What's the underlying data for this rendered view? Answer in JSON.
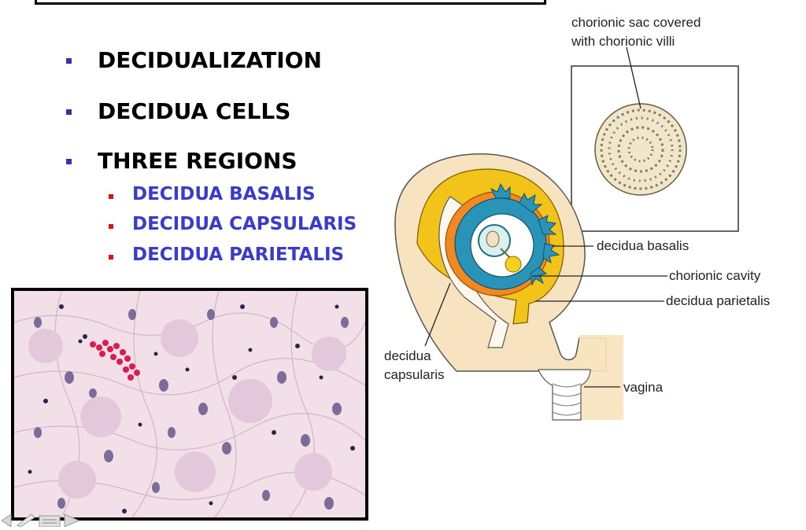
{
  "bullets": {
    "items": [
      "DECIDUALIZATION",
      "DECIDUA CELLS",
      "THREE REGIONS"
    ],
    "subitems": [
      "DECIDUA BASALIS",
      "DECIDUA CAPSULARIS",
      "DECIDUA PARIETALIS"
    ]
  },
  "diagram": {
    "labels": {
      "sac_line1": "chorionic sac covered",
      "sac_line2": "with chorionic villi",
      "basalis": "decidua basalis",
      "cavity": "chorionic cavity",
      "parietalis": "decidua parietalis",
      "capsularis_line1": "decidua",
      "capsularis_line2": "capsularis",
      "vagina": "vagina"
    }
  },
  "colors": {
    "bullet_main": "#3333aa",
    "bullet_sub": "#dd1111",
    "sub_text": "#3a3acc",
    "decidua_yellow": "#f2c318",
    "chorion_blue": "#2a93b8",
    "tissue_pink": "#f4e0e8"
  },
  "icons": [
    "slide-nav-prev-icon",
    "slide-nav-menu-icon",
    "slide-nav-next-icon"
  ]
}
